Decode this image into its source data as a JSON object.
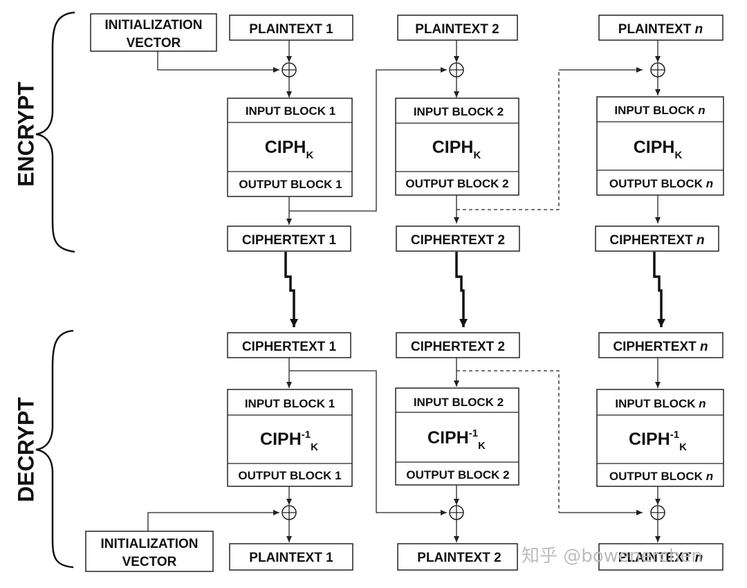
{
  "sides": {
    "encrypt": "ENCRYPT",
    "decrypt": "DECRYPT"
  },
  "iv": {
    "line1": "INITIALIZATION",
    "line2": "VECTOR"
  },
  "cipher": {
    "enc_base": "CIPH",
    "dec_base": "CIPH",
    "inverse_sup": "-1",
    "key_sub": "K"
  },
  "columns": [
    {
      "plaintext_prefix": "PLAINTEXT",
      "plaintext_index": "1",
      "input_prefix": "INPUT BLOCK",
      "input_index": "1",
      "output_prefix": "OUTPUT BLOCK",
      "output_index": "1",
      "ciphertext_prefix": "CIPHERTEXT",
      "ciphertext_index": "1"
    },
    {
      "plaintext_prefix": "PLAINTEXT",
      "plaintext_index": "2",
      "input_prefix": "INPUT BLOCK",
      "input_index": "2",
      "output_prefix": "OUTPUT BLOCK",
      "output_index": "2",
      "ciphertext_prefix": "CIPHERTEXT",
      "ciphertext_index": "2"
    },
    {
      "plaintext_prefix": "PLAINTEXT",
      "plaintext_index": "n",
      "input_prefix": "INPUT BLOCK",
      "input_index": "n",
      "output_prefix": "OUTPUT BLOCK",
      "output_index": "n",
      "ciphertext_prefix": "CIPHERTEXT",
      "ciphertext_index": "n"
    }
  ],
  "watermark": "知乎 @bowenerchen"
}
